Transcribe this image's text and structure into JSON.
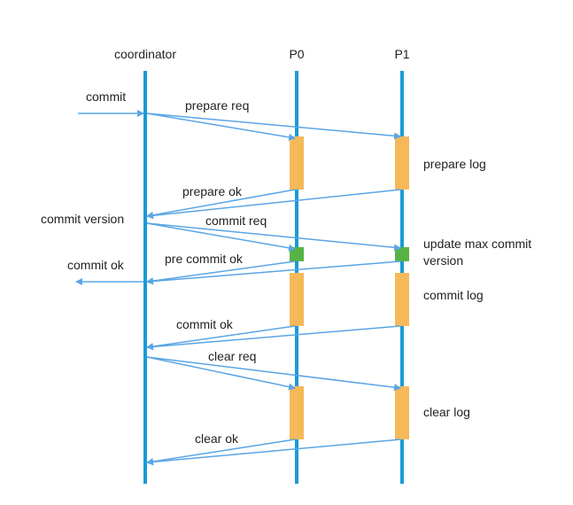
{
  "participants": {
    "coordinator": "coordinator",
    "p0": "P0",
    "p1": "P1"
  },
  "messages": {
    "commit": "commit",
    "prepare_req": "prepare req",
    "prepare_ok": "prepare ok",
    "commit_version": "commit version",
    "commit_req": "commit req",
    "pre_commit_ok": "pre commit ok",
    "commit_ok_out": "commit ok",
    "commit_ok": "commit ok",
    "clear_req": "clear req",
    "clear_ok": "clear ok"
  },
  "notes": {
    "prepare_log": "prepare log",
    "update_max_line1": "update max commit",
    "update_max_line2": "version",
    "commit_log": "commit log",
    "clear_log": "clear log"
  },
  "colors": {
    "lifeline": "#1a9ad6",
    "arrow": "#5aa5e6",
    "log_box": "#f5b95a",
    "update_box": "#57b246"
  }
}
